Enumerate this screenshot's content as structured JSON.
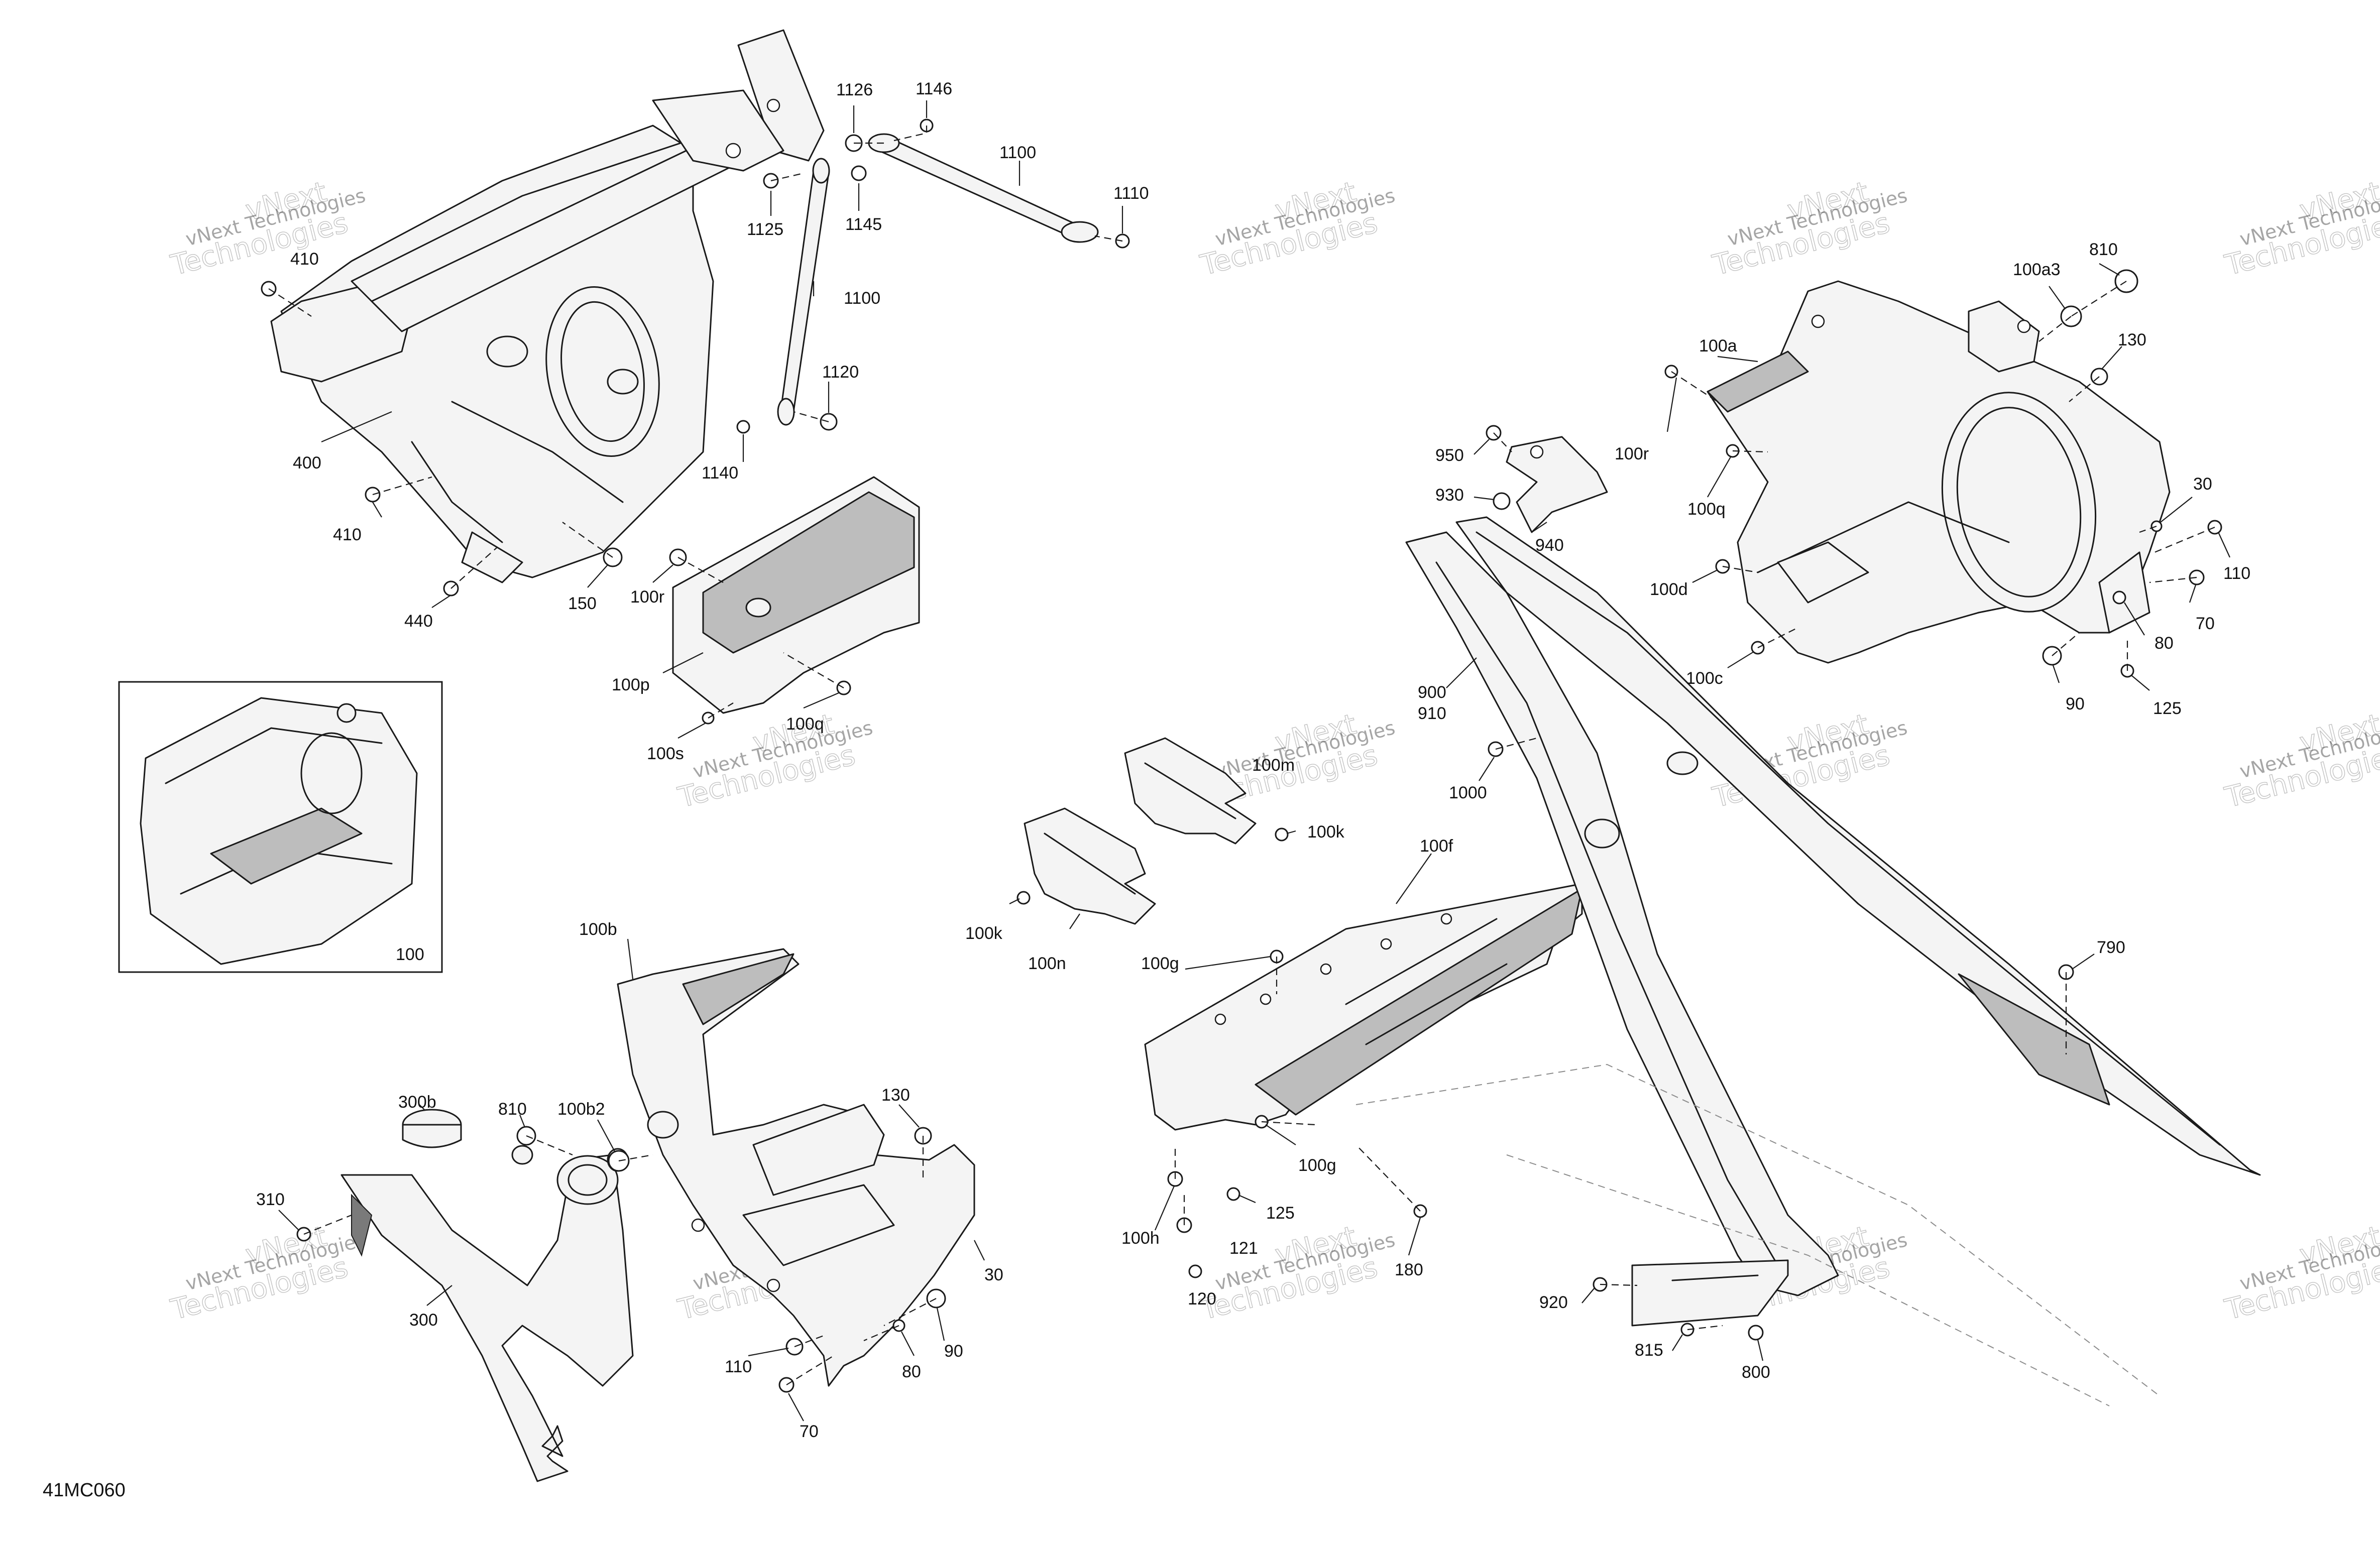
{
  "diagram": {
    "reference_code": "41MC060",
    "watermark": {
      "line1": "vNext Technologies",
      "line2": "vNext",
      "line3": "Technologies"
    },
    "callouts": {
      "c1126": "1126",
      "c1146": "1146",
      "c1100a": "1100",
      "c1110": "1110",
      "c1125": "1125",
      "c1145": "1145",
      "c1100b": "1100",
      "c1120": "1120",
      "c1140": "1140",
      "c410a": "410",
      "c400": "400",
      "c410b": "410",
      "c440": "440",
      "c150": "150",
      "c100r_a": "100r",
      "c100p": "100p",
      "c100q_a": "100q",
      "c100s": "100s",
      "c100": "100",
      "c100b": "100b",
      "c300b": "300b",
      "c810a": "810",
      "c100b2": "100b2",
      "c130a": "130",
      "c310": "310",
      "c300": "300",
      "c30a": "30",
      "c110a": "110",
      "c80a": "80",
      "c90a": "90",
      "c70a": "70",
      "c100m": "100m",
      "c100k_a": "100k",
      "c100k_b": "100k",
      "c100n": "100n",
      "c100f": "100f",
      "c100g_a": "100g",
      "c100g_b": "100g",
      "c100h": "100h",
      "c125a": "125",
      "c121": "121",
      "c120": "120",
      "c180": "180",
      "c950": "950",
      "c930": "930",
      "c940": "940",
      "c900": "900",
      "c910": "910",
      "c1000": "1000",
      "c790": "790",
      "c920": "920",
      "c815": "815",
      "c800": "800",
      "c810b": "810",
      "c100a3": "100a3",
      "c100a": "100a",
      "c130b": "130",
      "c100r_b": "100r",
      "c100q_b": "100q",
      "c30b": "30",
      "c110b": "110",
      "c100d": "100d",
      "c70b": "70",
      "c80b": "80",
      "c100c": "100c",
      "c90b": "90",
      "c125b": "125"
    }
  }
}
